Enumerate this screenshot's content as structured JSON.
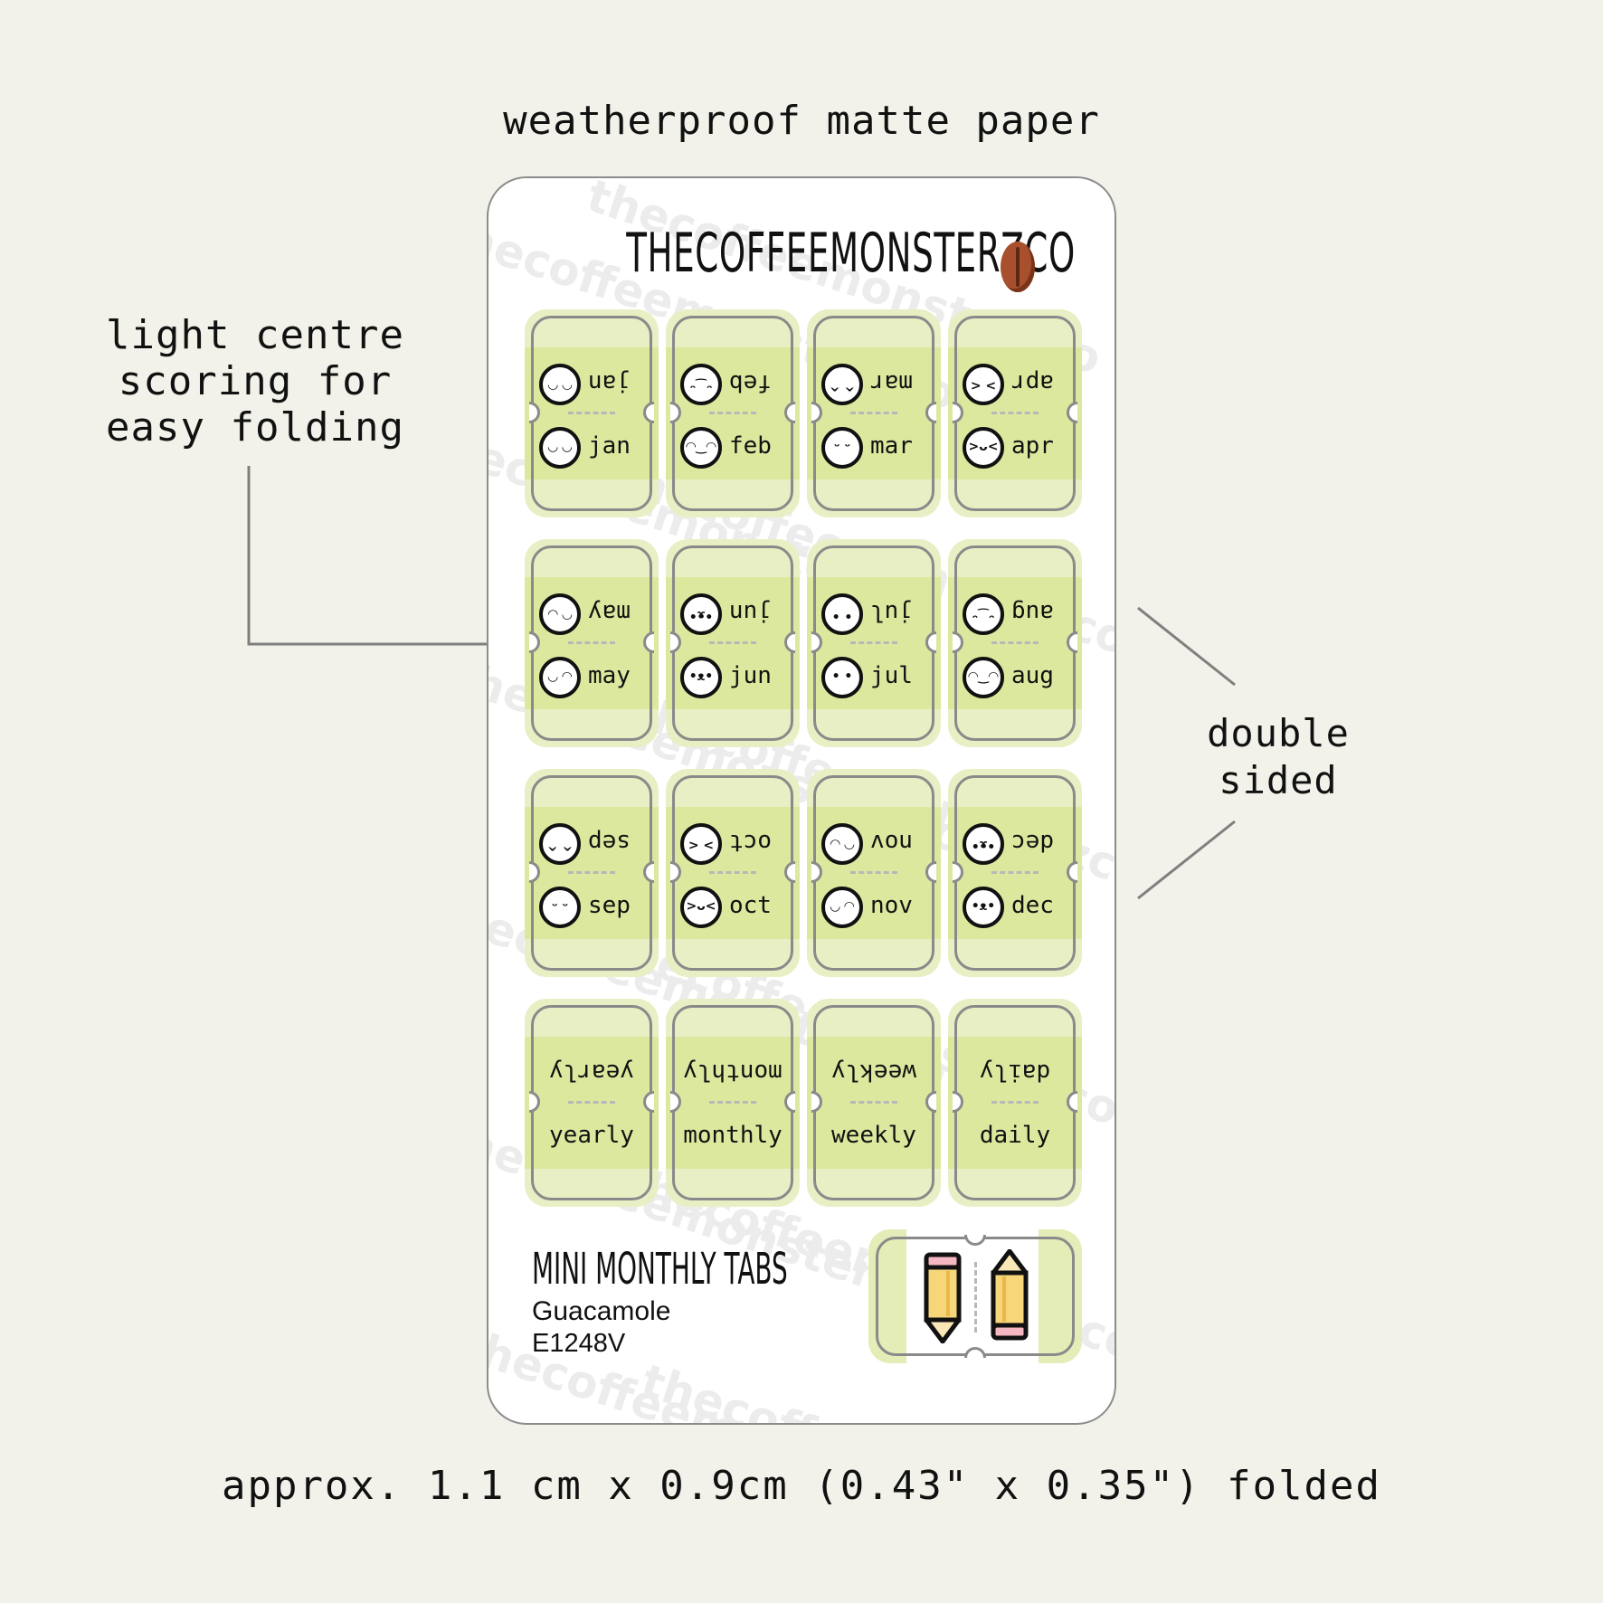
{
  "captions": {
    "top": "weatherproof matte paper",
    "left": "light centre\nscoring for\neasy folding",
    "right": "double\nsided",
    "bottom": "approx. 1.1 cm x 0.9cm (0.43\" x 0.35\") folded"
  },
  "sheet": {
    "brand": "THECOFFEEMONSTERZCO",
    "watermark": "thecoffeemonsterzco",
    "product_title": "MINI MONTHLY TABS",
    "colourway": "Guacamole",
    "code": "E1248V",
    "colors": {
      "tab_light": "#e9efc4",
      "tab_band": "#dce89e",
      "outline": "#8a8a8a",
      "bean": "#a8502e"
    }
  },
  "month_tabs": [
    {
      "label": "jan",
      "face_top": "◠ ◠",
      "face_bot": "◡ ◡"
    },
    {
      "label": "feb",
      "face_top": "ᵕ‿ᵕ",
      "face_bot": "◠‿◠"
    },
    {
      "label": "mar",
      "face_top": "^ ^",
      "face_bot": "ᵕ ᵕ"
    },
    {
      "label": "apr",
      "face_top": "> <",
      "face_bot": ">ᴗ<"
    },
    {
      "label": "may",
      "face_top": "◠ ◡",
      "face_bot": "◡ ◠"
    },
    {
      "label": "jun",
      "face_top": "•ᴥ•",
      "face_bot": "•ᴥ•"
    },
    {
      "label": "jul",
      "face_top": "• •",
      "face_bot": "• •"
    },
    {
      "label": "aug",
      "face_top": "ᵕ‿ᵕ",
      "face_bot": "◠‿◠"
    },
    {
      "label": "sep",
      "face_top": "^ ^",
      "face_bot": "ᵕ ᵕ"
    },
    {
      "label": "oct",
      "face_top": "> <",
      "face_bot": ">ᴗ<"
    },
    {
      "label": "nov",
      "face_top": "◠ ◡",
      "face_bot": "◡ ◠"
    },
    {
      "label": "dec",
      "face_top": "•ᴥ•",
      "face_bot": "•ᴥ•"
    }
  ],
  "word_tabs": [
    {
      "label": "yearly"
    },
    {
      "label": "monthly"
    },
    {
      "label": "weekly"
    },
    {
      "label": "daily"
    }
  ],
  "pencil_tab": {
    "icon_left": "pencil-icon",
    "icon_right": "pencil-icon"
  }
}
